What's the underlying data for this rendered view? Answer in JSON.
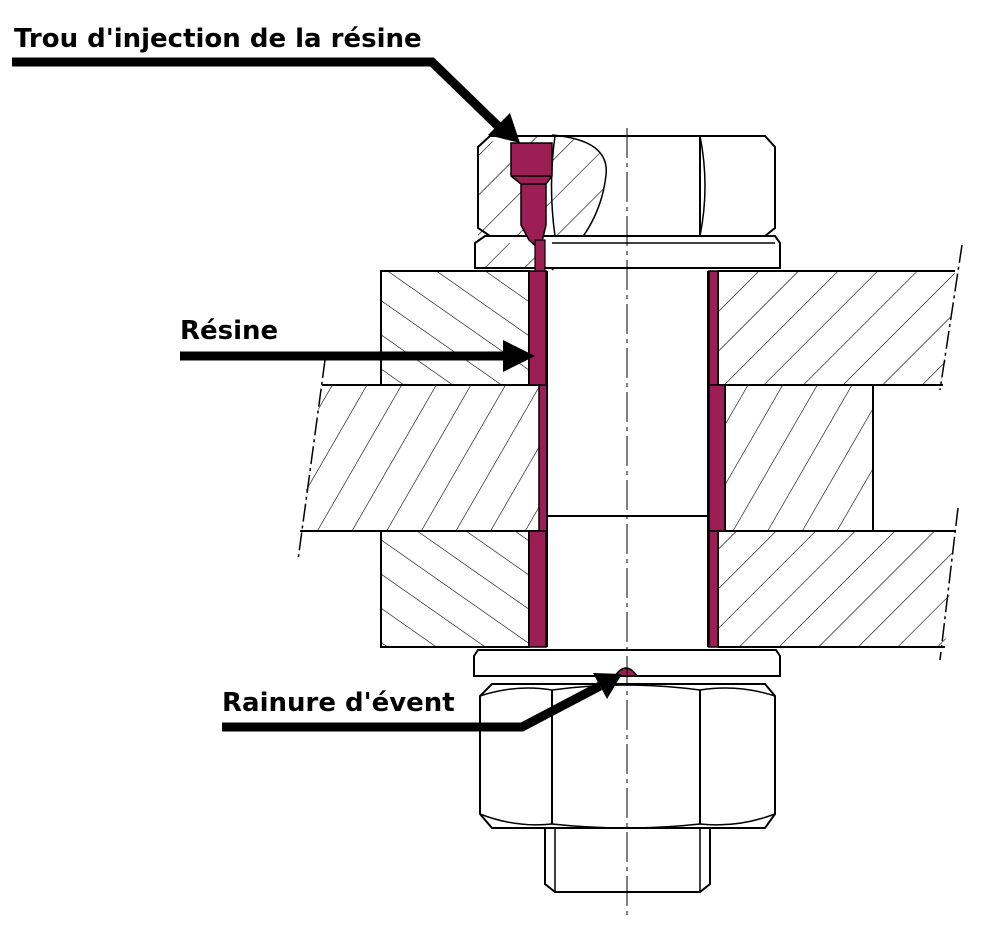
{
  "labels": {
    "injection_hole": "Trou d'injection de la résine",
    "resin": "Résine",
    "vent_groove": "Rainure d'évent"
  },
  "colors": {
    "resin": "#9b1f55",
    "line": "#000000",
    "background": "#ffffff"
  }
}
